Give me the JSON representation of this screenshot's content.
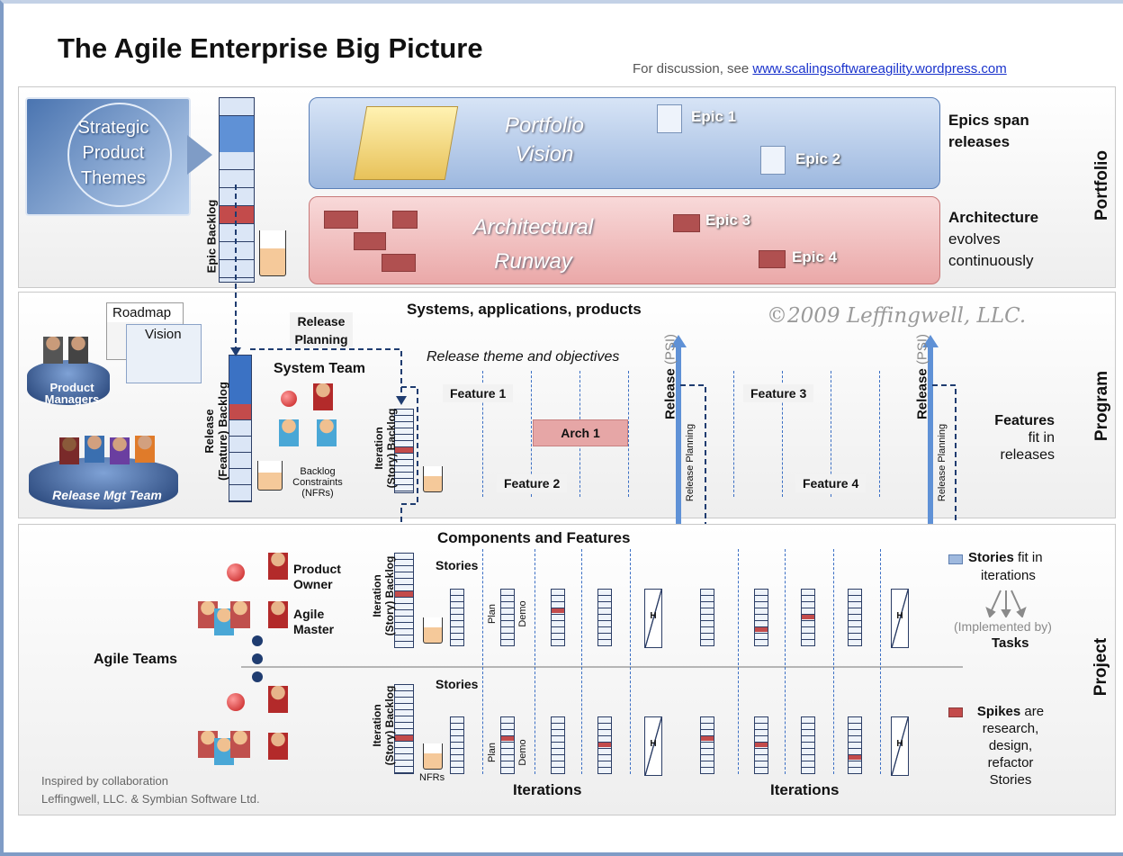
{
  "title": "The Agile Enterprise Big Picture",
  "discussion": {
    "prefix": "For discussion, see ",
    "link": "www.scalingsoftwareagility.wordpress.com"
  },
  "portfolio": {
    "band_label": "Portfolio",
    "themes": [
      "Strategic",
      "Product",
      "Themes"
    ],
    "epic_backlog": "Epic Backlog",
    "vision": [
      "Portfolio",
      "Vision"
    ],
    "runway": [
      "Architectural",
      "Runway"
    ],
    "epics": [
      "Epic 1",
      "Epic 2",
      "Epic  3",
      "Epic 4"
    ],
    "note1": [
      "Epics span",
      "releases"
    ],
    "note2": [
      "Architecture",
      "evolves",
      "continuously"
    ]
  },
  "program": {
    "band_label": "Program",
    "heading": "Systems, applications, products",
    "copyright": "©2009 Leffingwell, LLC.",
    "roadmap": "Roadmap",
    "vision": "Vision",
    "product_managers": [
      "Product",
      "Managers"
    ],
    "release_mgt_team": "Release Mgt Team",
    "release_planning": [
      "Release",
      "Planning"
    ],
    "release_backlog": [
      "Release",
      "(Feature) Backlog"
    ],
    "system_team": "System Team",
    "constraints": [
      "Backlog",
      "Constraints",
      "(NFRs)"
    ],
    "iteration_backlog": [
      "Iteration",
      "(Story) Backlog"
    ],
    "theme": "Release theme and objectives",
    "features": [
      "Feature 1",
      "Feature 2",
      "Feature 3",
      "Feature 4"
    ],
    "arch": "Arch 1",
    "release": "Release",
    "psi": "(PSI)",
    "release_planning_v": "Release Planning",
    "note": [
      "Features",
      "fit in",
      "releases"
    ]
  },
  "project": {
    "band_label": "Project",
    "heading": "Components and Features",
    "product_owner": [
      "Product",
      "Owner"
    ],
    "agile_master": [
      "Agile",
      "Master"
    ],
    "agile_teams": "Agile Teams",
    "stories": "Stories",
    "plan": "Plan",
    "demo": "Demo",
    "nfrs": "NFRs",
    "iterations": "Iterations",
    "h": "H",
    "stories_note": {
      "bold": "Stories",
      "rest": " fit in",
      "line2": "iterations"
    },
    "implemented": "(Implemented by)",
    "tasks": "Tasks",
    "spikes_note": {
      "bold": "Spikes",
      "rest": " are",
      "lines": [
        "research,",
        "design,",
        "refactor",
        "Stories"
      ]
    },
    "inspired": [
      "Inspired by collaboration",
      "Leffingwell, LLC. & Symbian Software Ltd."
    ]
  },
  "colors": {
    "blue": "#5f91d6",
    "red": "#b05050",
    "navy": "#1f3c70"
  }
}
